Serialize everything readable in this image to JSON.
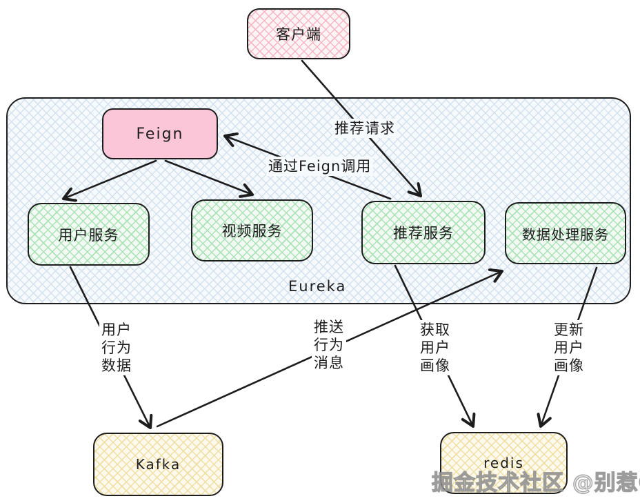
{
  "colors": {
    "border": "#1d1d1d",
    "text": "#1d1d1d",
    "pink_solid": "#fbc6d8",
    "pink_hatch_line": "#f5b9c6",
    "pink_hatch_base": "#fdf4f5",
    "green_hatch_line": "#a9e2b6",
    "green_hatch_base": "#f3faf4",
    "blue_hatch_line": "#d3e1ef",
    "blue_hatch_base": "#f7fafd",
    "yellow_hatch_line": "#f0dfa4",
    "yellow_hatch_base": "#fdf9ec"
  },
  "nodes": {
    "client": "客户端",
    "feign": "Feign",
    "user_service": "用户服务",
    "video_service": "视频服务",
    "recommend_service": "推荐服务",
    "data_service": "数据处理服务",
    "registry": "Eureka",
    "kafka": "Kafka",
    "redis": "redis"
  },
  "edges": {
    "recommend_request": "推荐请求",
    "via_feign": "通过Feign调用",
    "user_behavior_data": "用户\n行为\n数据",
    "push_behavior_msg": "推送\n行为\n消息",
    "get_user_profile": "获取\n用户\n画像",
    "update_user_profile": "更新\n用户\n画像"
  },
  "watermark": "掘金技术社区 @别惹CC"
}
